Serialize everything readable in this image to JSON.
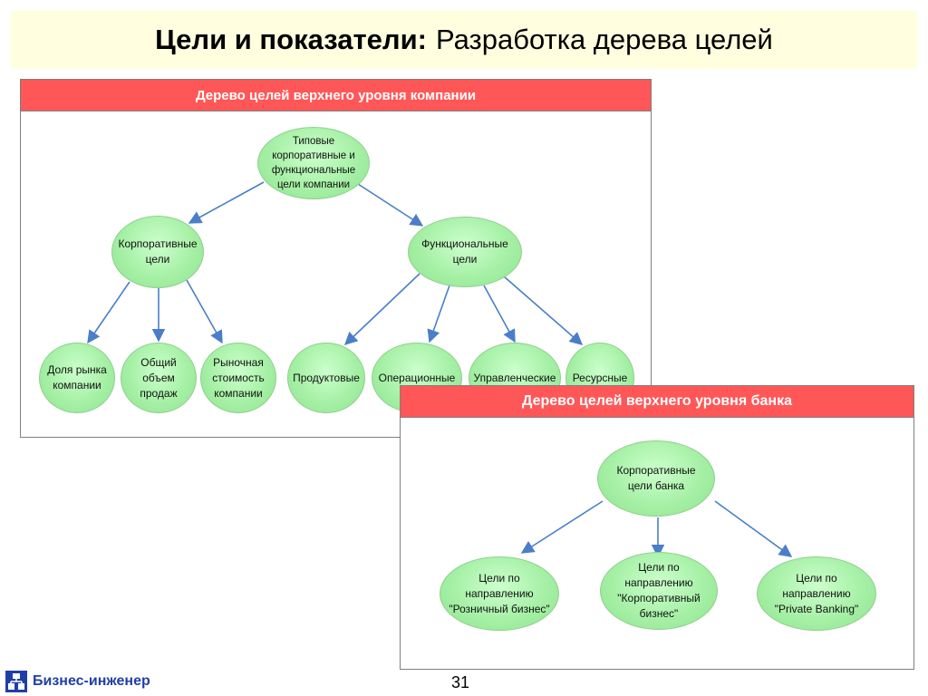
{
  "title": {
    "bold": "Цели и показатели:",
    "normal": "Разработка дерева целей"
  },
  "company_tree": {
    "header": "Дерево целей верхнего уровня компании",
    "nodes": {
      "root": "Типовые\nкорпоративные и\nфункциональные\nцели компании",
      "corporate": "Корпоративные\nцели",
      "functional": "Функциональные\nцели",
      "market_share": "Доля рынка\nкомпании",
      "sales_volume": "Общий\nобъем\nпродаж",
      "market_value": "Рыночная\nстоимость\nкомпании",
      "product": "Продуктовые",
      "operational": "Операционные",
      "managerial": "Управленческие",
      "resource": "Ресурсные"
    }
  },
  "bank_tree": {
    "header": "Дерево целей верхнего уровня банка",
    "nodes": {
      "root": "Корпоративные\nцели банка",
      "retail": "Цели по\nнаправлению\n\"Розничный бизнес\"",
      "corporate_business": "Цели по\nнаправлению\n\"Корпоративный\nбизнес\"",
      "private_banking": "Цели по\nнаправлению\n\"Private Banking\""
    }
  },
  "colors": {
    "header_red": "#ff5757",
    "node_green": "#a6f0a6",
    "arrow_blue": "#4a7ec8",
    "title_bg": "#ffffe0",
    "logo_blue": "#1f3fa8"
  },
  "footer": {
    "logo_text": "Бизнес-инженер",
    "page_number": "31"
  }
}
